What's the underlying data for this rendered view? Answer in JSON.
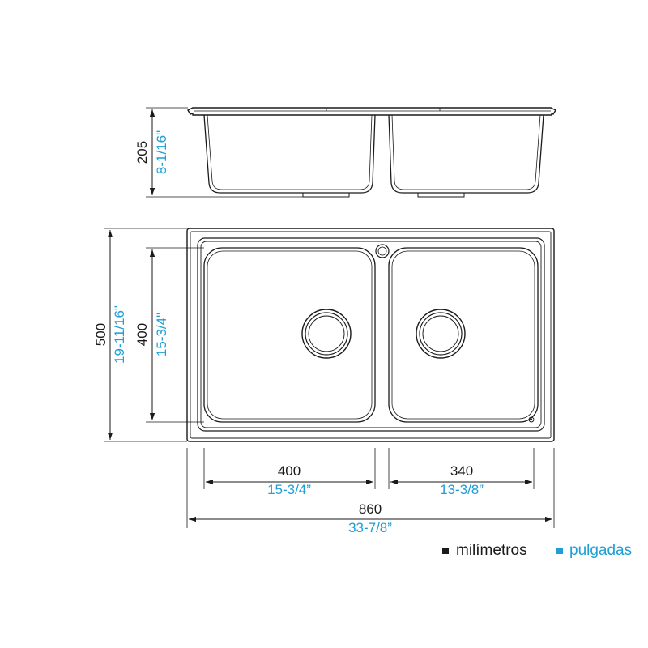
{
  "side_view": {
    "height_mm": "205",
    "height_in": "8-1/16\""
  },
  "plan_view": {
    "overall_depth_mm": "500",
    "overall_depth_in": "19-11/16\"",
    "bowl_depth_mm": "400",
    "bowl_depth_in": "15-3/4\""
  },
  "dimensions": {
    "left_bowl_mm": "400",
    "left_bowl_in": "15-3/4”",
    "right_bowl_mm": "340",
    "right_bowl_in": "13-3/8”",
    "overall_width_mm": "860",
    "overall_width_in": "33-7/8”"
  },
  "legend": {
    "mm_label": "milímetros",
    "in_label": "pulgadas",
    "mm_color": "#1a1a1a",
    "in_color": "#1e9fd6"
  }
}
